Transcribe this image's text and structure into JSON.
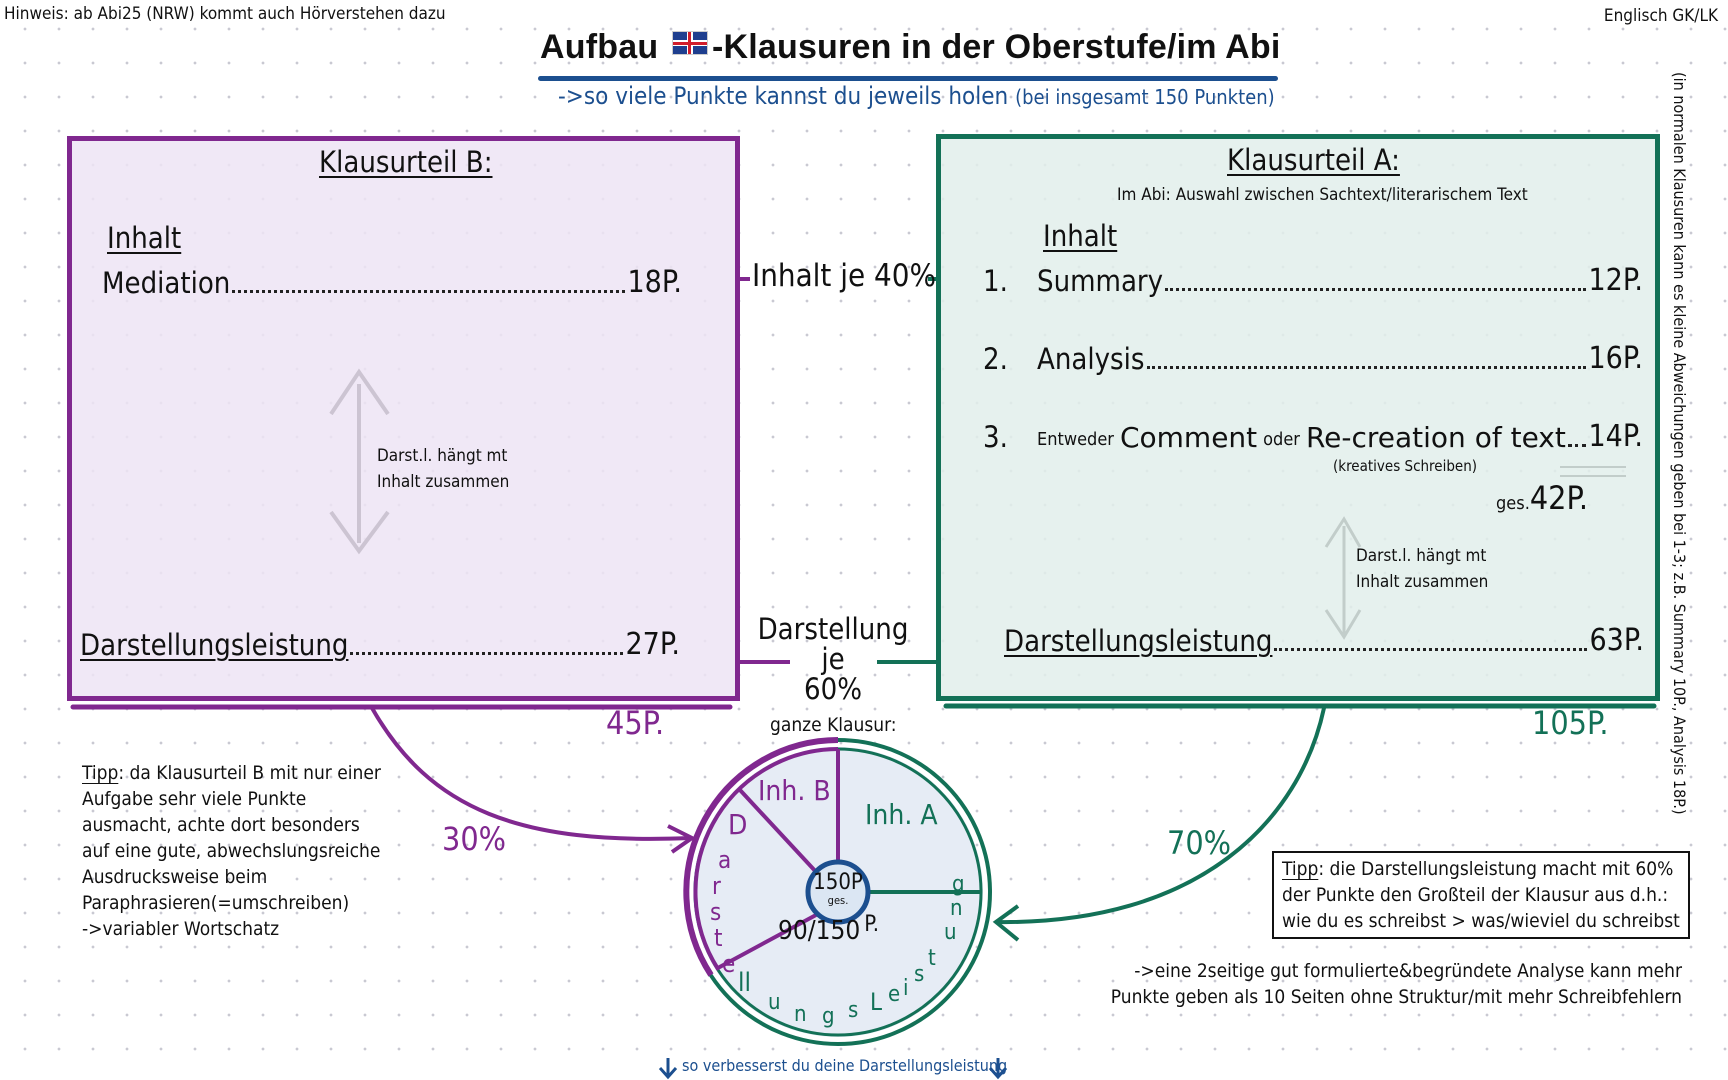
{
  "header": {
    "hint": "Hinweis: ab Abi25 (NRW) kommt auch Hörverstehen dazu",
    "course": "Englisch GK/LK",
    "title_pre": "Aufbau",
    "title_flag": "uk-flag",
    "title_post": "-Klausuren in der Oberstufe/im Abi",
    "subtitle_main": "->so viele Punkte kannst du jeweils holen",
    "subtitle_paren": "(bei insgesamt 150 Punkten)"
  },
  "side_note": "(in normalen Klausuren kann es kleine Abweichungen geben bei 1-3; z.B. Summary 10P., Analysis 18P.)",
  "colors": {
    "part_b": "#80288f",
    "part_a": "#137157",
    "title_blue": "#1c4f8f"
  },
  "part_b": {
    "title": "Klausurteil B:",
    "inhalt_label": "Inhalt",
    "items": [
      {
        "label": "Mediation",
        "points": "18P."
      }
    ],
    "link_note_line1": "Darst.l. hängt mt",
    "link_note_line2": "Inhalt zusammen",
    "darstellung_label": "Darstellungsleistung",
    "darstellung_points": "27P.",
    "total": "45P.",
    "share": "30%"
  },
  "part_a": {
    "title": "Klausurteil A:",
    "subtitle": "Im Abi: Auswahl zwischen Sachtext/literarischem Text",
    "inhalt_label": "Inhalt",
    "items": [
      {
        "num": "1.",
        "label": "Summary",
        "points": "12P."
      },
      {
        "num": "2.",
        "label": "Analysis",
        "points": "16P."
      },
      {
        "num": "3.",
        "prefix": "Entweder",
        "opt1": "Comment",
        "mid": "oder",
        "opt2": "Re-creation of text",
        "note": "(kreatives Schreiben)",
        "points": "14P."
      }
    ],
    "sum_prefix": "ges.",
    "sum": "42P.",
    "link_note_line1": "Darst.l. hängt mt",
    "link_note_line2": "Inhalt zusammen",
    "darstellung_label": "Darstellungsleistung",
    "darstellung_points": "63P.",
    "total": "105P.",
    "share": "70%"
  },
  "middle": {
    "inhalt": "Inhalt je 40%",
    "darstellung_line1": "Darstellung je",
    "darstellung_line2": "60%"
  },
  "pie": {
    "title": "ganze Klausur:",
    "center_value": "150P",
    "center_sub": "ges.",
    "inh_b": "Inh. B",
    "inh_a": "Inh. A",
    "darst_total": "90/150",
    "darst_unit": "P.",
    "ring_letters_left": [
      "D",
      "a",
      "r",
      "s",
      "t",
      "e"
    ],
    "ring_letters_bottom": [
      "ll",
      "u",
      "n",
      "g",
      "s",
      "L",
      "e",
      "i",
      "s",
      "t",
      "u",
      "n",
      "g"
    ],
    "footer": "so verbesserst du deine Darstellungsleistung"
  },
  "chart_data": {
    "type": "pie",
    "title": "ganze Klausur:",
    "total": 150,
    "categories": [
      "Inhalt B",
      "Inhalt A",
      "Darstellungsleistung"
    ],
    "values": [
      18,
      42,
      90
    ],
    "parts": [
      {
        "name": "Klausurteil B",
        "inhalt": 18,
        "darstellung": 27,
        "total": 45,
        "share_pct": 30
      },
      {
        "name": "Klausurteil A",
        "inhalt": 42,
        "darstellung": 63,
        "total": 105,
        "share_pct": 70
      }
    ],
    "inhalt_pct": 40,
    "darstellung_pct": 60
  },
  "tips": {
    "left_label": "Tipp",
    "left_text": ": da Klausurteil B mit nur einer",
    "left_lines": [
      "Aufgabe sehr viele Punkte",
      "ausmacht, achte dort besonders",
      "auf eine gute, abwechslungsreiche",
      "Ausdrucksweise beim",
      "Paraphrasieren(=umschreiben)",
      "->variabler Wortschatz"
    ],
    "right_label": "Tipp",
    "right_line1": ": die Darstellungsleistung macht mit 60%",
    "right_line2": "der Punkte den Großteil der Klausur aus d.h.:",
    "right_line3": "wie du es schreibst > was/wieviel du schreibst",
    "bottom_line1": "->eine 2seitige gut formulierte&begründete Analyse kann mehr",
    "bottom_line2": "Punkte geben als 10 Seiten ohne Struktur/mit mehr Schreibfehlern"
  }
}
